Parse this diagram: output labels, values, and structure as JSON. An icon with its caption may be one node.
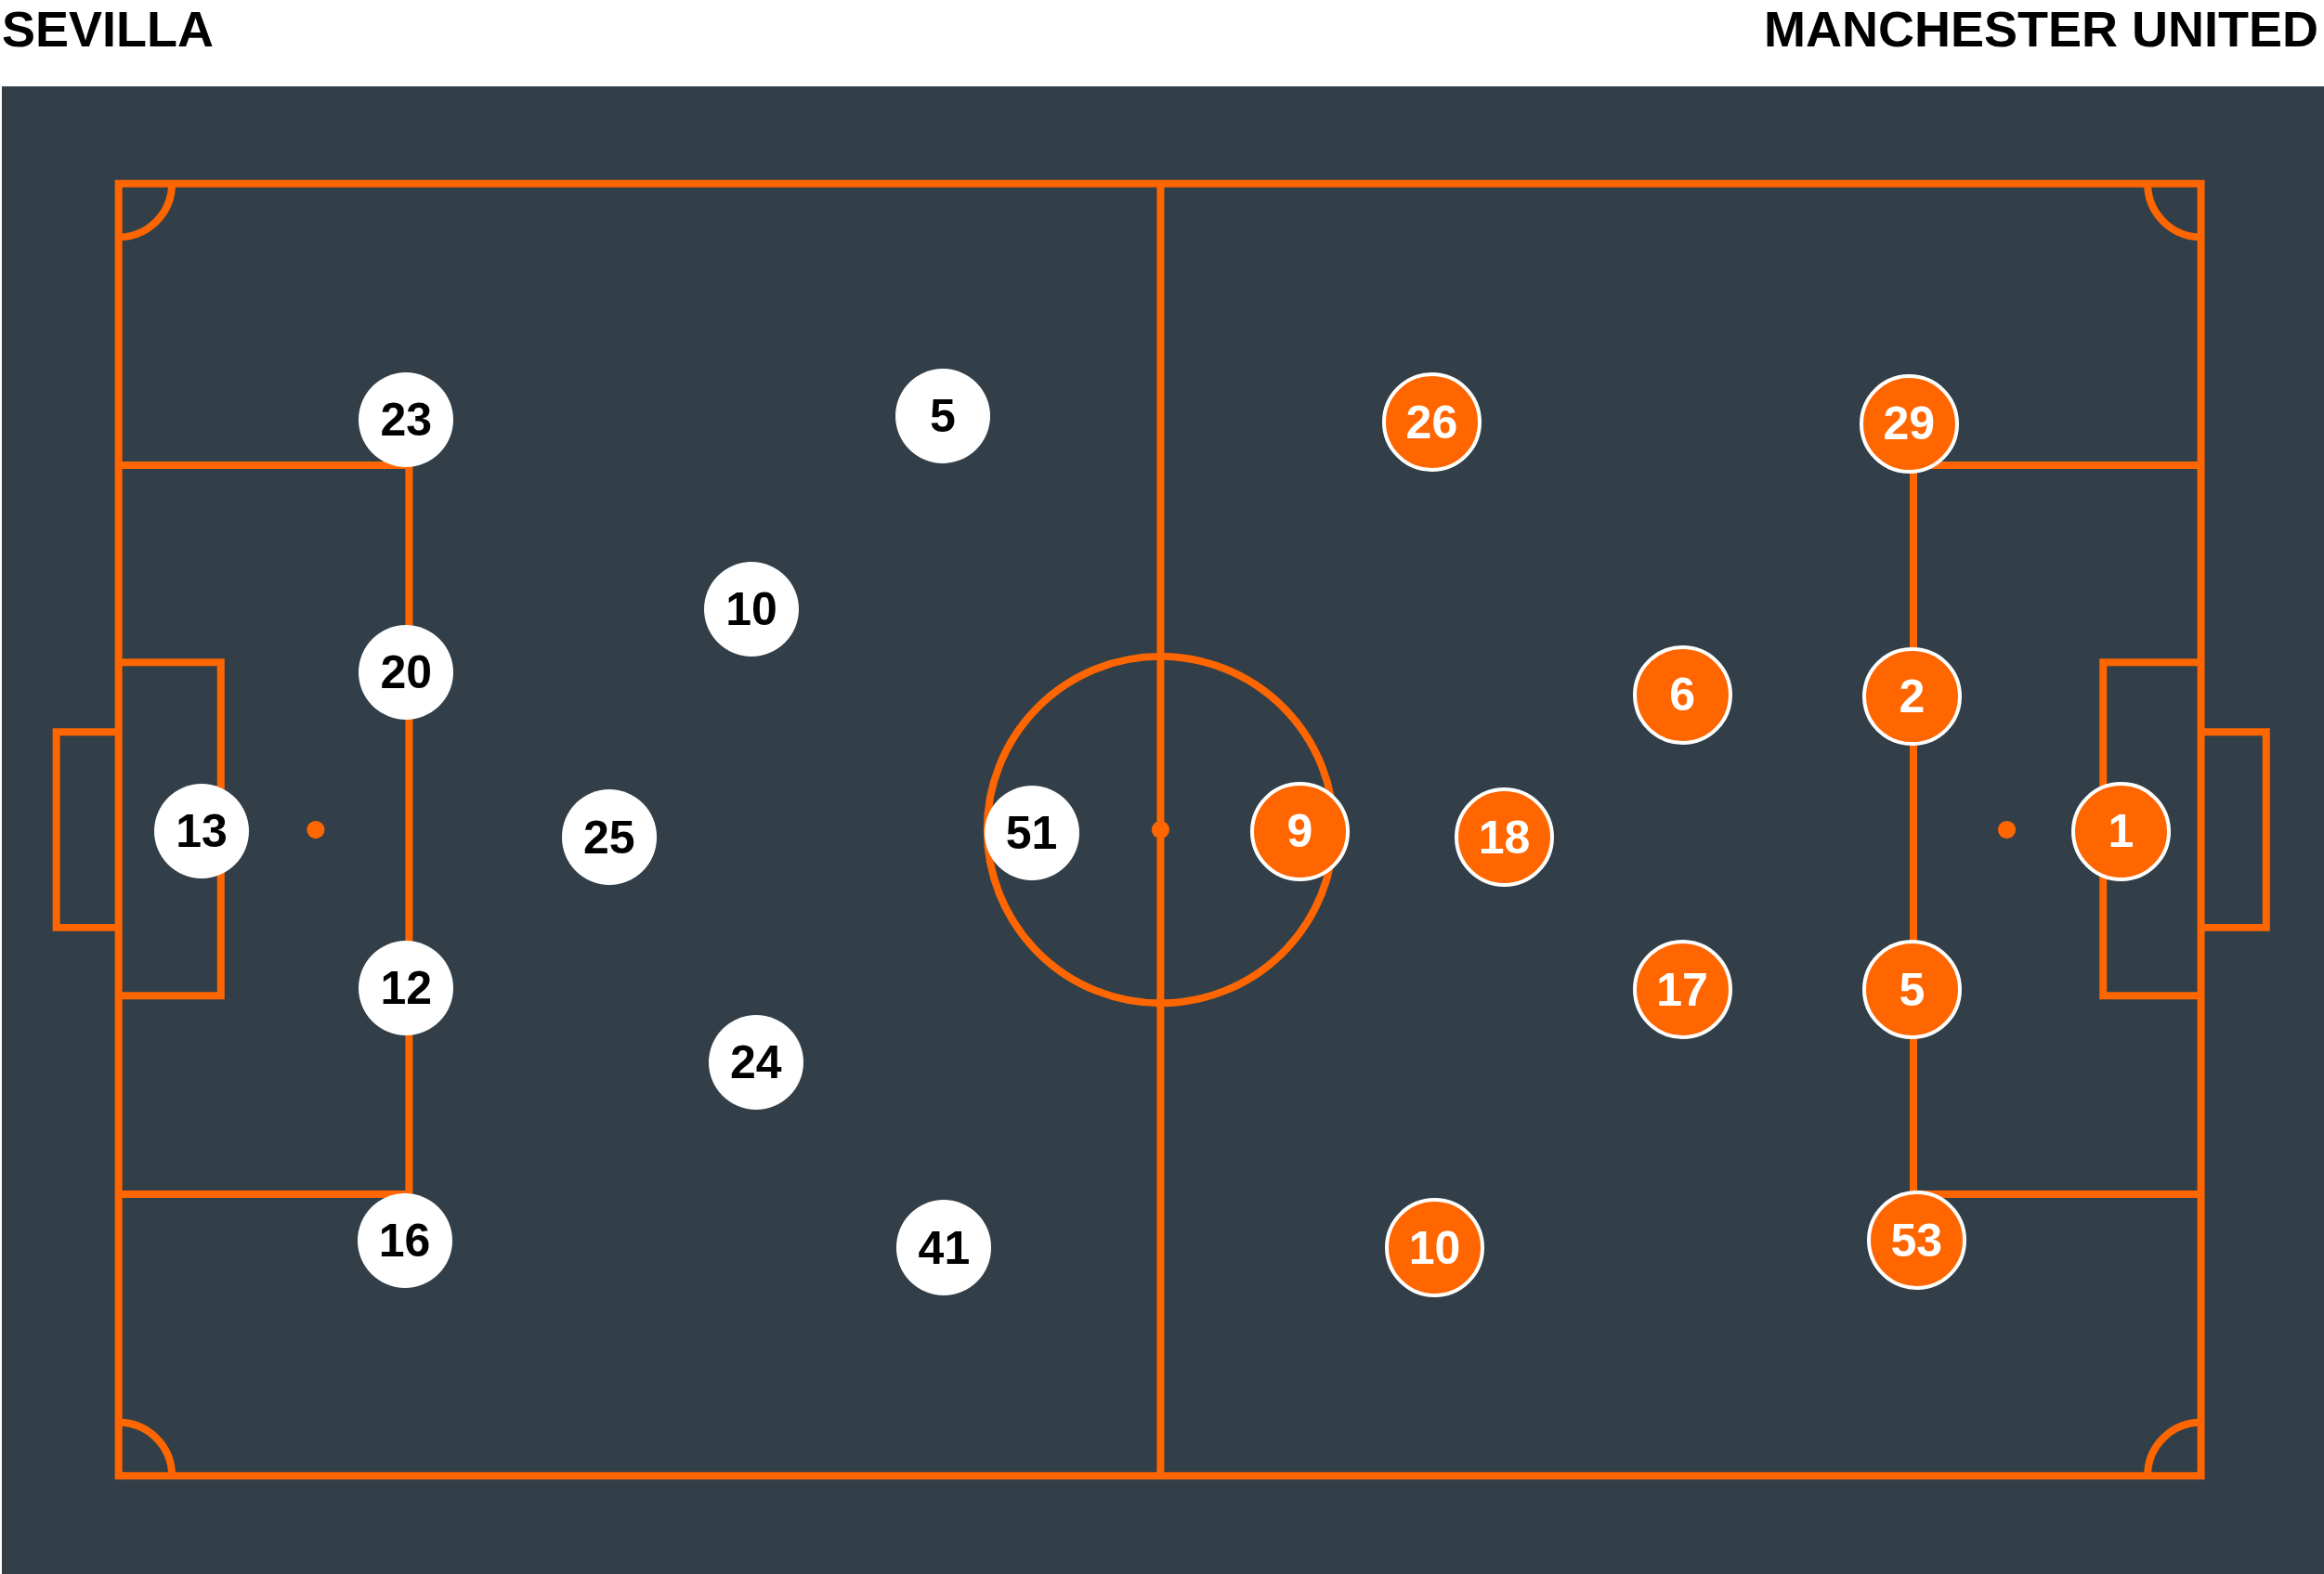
{
  "diagram": {
    "nodes": [
      {
        "text": [
          "23"
        ]
      },
      {
        "text": [
          "5"
        ]
      },
      {
        "text": [
          "10"
        ]
      },
      {
        "text": [
          "20"
        ]
      },
      {
        "text": [
          "13"
        ]
      },
      {
        "text": [
          "25"
        ]
      },
      {
        "text": [
          "51"
        ]
      },
      {
        "text": [
          "12"
        ]
      },
      {
        "text": [
          "24"
        ]
      },
      {
        "text": [
          "16"
        ]
      },
      {
        "text": [
          "41"
        ]
      },
      {
        "text": [
          "26"
        ]
      },
      {
        "text": [
          "29"
        ]
      },
      {
        "text": [
          "6"
        ]
      },
      {
        "text": [
          "2"
        ]
      },
      {
        "text": [
          "9"
        ]
      },
      {
        "text": [
          "18"
        ]
      },
      {
        "text": [
          "1"
        ]
      },
      {
        "text": [
          "17"
        ]
      },
      {
        "text": [
          "5"
        ]
      },
      {
        "text": [
          "10"
        ]
      },
      {
        "text": [
          "53"
        ]
      }
    ],
    "labels": [
      "SEVILLA",
      "MANCHESTER UNITED"
    ]
  }
}
